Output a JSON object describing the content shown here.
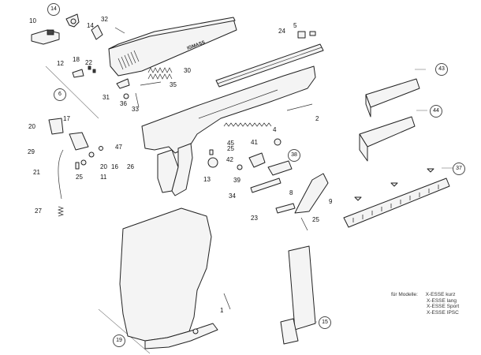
{
  "labels": {
    "l1": "1",
    "l2": "2",
    "l4": "4",
    "l5": "5",
    "l6": "6",
    "l8": "8",
    "l9": "9",
    "l10": "10",
    "l11": "11",
    "l12": "12",
    "l13": "13",
    "l14a": "14",
    "l14b": "14",
    "l15": "15",
    "l16": "16",
    "l17": "17",
    "l18": "18",
    "l19": "19",
    "l20a": "20",
    "l20b": "20",
    "l21": "21",
    "l22": "22",
    "l23": "23",
    "l24": "24",
    "l25a": "25",
    "l25b": "25",
    "l25c": "25",
    "l26": "26",
    "l27": "27",
    "l29": "29",
    "l30": "30",
    "l31": "31",
    "l32": "32",
    "l33": "33",
    "l34": "34",
    "l35": "35",
    "l36": "36",
    "l37": "37",
    "l38": "38",
    "l39": "39",
    "l41": "41",
    "l42": "42",
    "l43": "43",
    "l44": "44",
    "l45": "45",
    "l47": "47"
  },
  "slide_marking": "IGMASS",
  "legend": {
    "prefix": "für Modelle:",
    "models": [
      "X-ESSE kurz",
      "X-ESSE lang",
      "X-ESSE Sport",
      "X-ESSE IPSC"
    ]
  }
}
